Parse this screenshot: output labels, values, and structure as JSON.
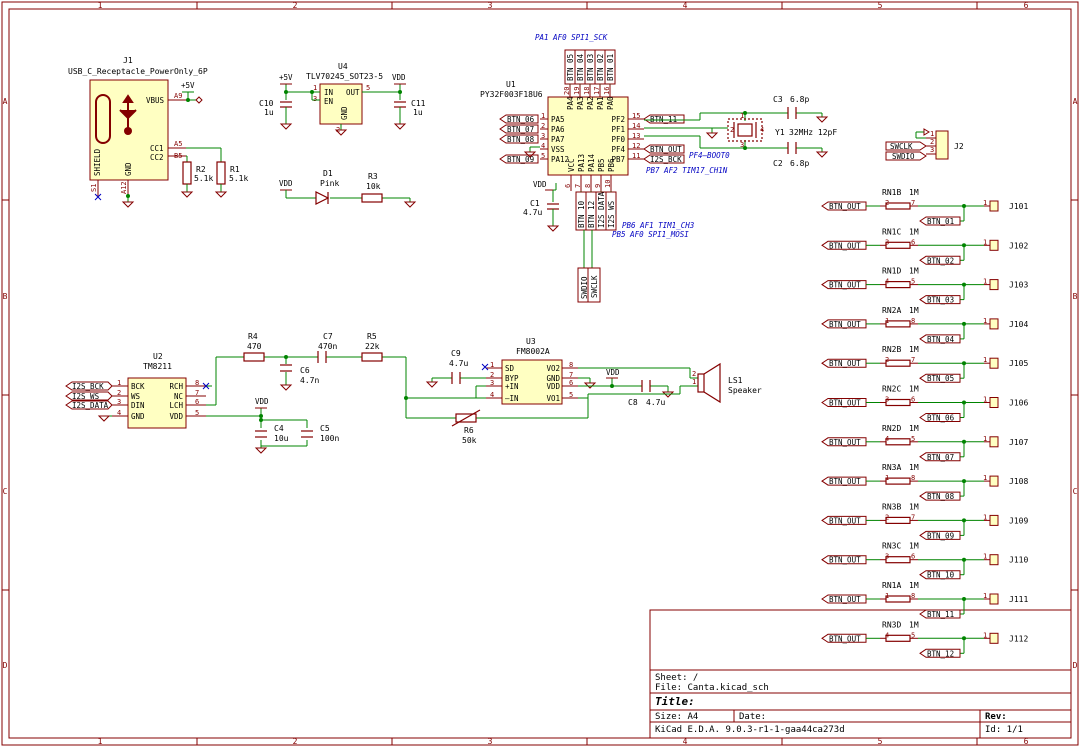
{
  "sheet": {
    "columns": [
      "1",
      "2",
      "3",
      "4",
      "5",
      "6"
    ],
    "rows": [
      "A",
      "B",
      "C",
      "D"
    ],
    "title_block": {
      "sheet": "Sheet: /",
      "file": "File: Canta.kicad_sch",
      "title": "Title:",
      "size": "Size: A4",
      "date": "Date:",
      "rev": "Rev:",
      "tool": "KiCad E.D.A. 9.0.3-r1-1-gaa44ca273d",
      "id": "Id: 1/1"
    }
  },
  "notes": {
    "pa1": "PA1 AF0 SPI1_SCK",
    "pb7": "PB7 AF2 TIM17_CH1N",
    "pf4": "PF4—BOOT0",
    "pb6": "PB6 AF1 TIM1_CH3",
    "pb5": "PB5 AF0 SPI1_MOSI"
  },
  "j1": {
    "ref": "J1",
    "value": "USB_C_Receptacle_PowerOnly_6P",
    "pin_vbus": "VBUS",
    "pin_cc1": "CC1",
    "pin_cc2": "CC2",
    "pin_shield": "SHIELD",
    "pin_gnd": "GND",
    "n_a9": "A9",
    "n_a5": "A5",
    "n_b5": "B5",
    "n_s1": "S1",
    "n_a12": "A12"
  },
  "r2": {
    "ref": "R2",
    "value": "5.1k"
  },
  "r1": {
    "ref": "R1",
    "value": "5.1k"
  },
  "u4": {
    "ref": "U4",
    "value": "TLV70245_SOT23-5",
    "in": "IN",
    "en": "EN",
    "out": "OUT",
    "gnd": "GND",
    "p1": "1",
    "p3": "3",
    "p5": "5",
    "p2": "2"
  },
  "c10": {
    "ref": "C10",
    "value": "1u"
  },
  "c11": {
    "ref": "C11",
    "value": "1u"
  },
  "d1": {
    "ref": "D1",
    "value": "Pink"
  },
  "r3": {
    "ref": "R3",
    "value": "10k"
  },
  "power": {
    "p5v": "+5V",
    "vdd": "VDD"
  },
  "u1": {
    "ref": "U1",
    "value": "PY32F003F18U6",
    "top_pins": [
      {
        "name": "PA4",
        "num": "20"
      },
      {
        "name": "PA3",
        "num": "19"
      },
      {
        "name": "PA2",
        "num": "18"
      },
      {
        "name": "PA1",
        "num": "17"
      },
      {
        "name": "PA0",
        "num": "16"
      }
    ],
    "left_pins": [
      {
        "name": "PA5",
        "num": "1"
      },
      {
        "name": "PA6",
        "num": "2"
      },
      {
        "name": "PA7",
        "num": "3"
      },
      {
        "name": "VSS",
        "num": "4"
      },
      {
        "name": "PA12",
        "num": "5"
      }
    ],
    "right_pins": [
      {
        "name": "PF2",
        "num": "15"
      },
      {
        "name": "PF1",
        "num": "14"
      },
      {
        "name": "PF0",
        "num": "13"
      },
      {
        "name": "PF4",
        "num": "12"
      },
      {
        "name": "PB7",
        "num": "11"
      }
    ],
    "bottom_pins": [
      {
        "name": "VCC",
        "num": "6"
      },
      {
        "name": "PA13",
        "num": "7"
      },
      {
        "name": "PA14",
        "num": "8"
      },
      {
        "name": "PB5",
        "num": "9"
      },
      {
        "name": "PB6",
        "num": "10"
      }
    ]
  },
  "u1_labels": {
    "top": [
      "BTN_05",
      "BTN_04",
      "BTN_03",
      "BTN_02",
      "BTN_01"
    ],
    "left": [
      "BTN_06",
      "BTN_07",
      "BTN_08",
      "",
      "BTN_09"
    ],
    "right": [
      "BTN_11",
      "",
      "",
      "BTN_OUT",
      "I2S_BCK"
    ],
    "bottom": [
      "BTN_10",
      "BTN_12",
      "I2S_DATA",
      "I2S_WS"
    ],
    "swdio": "SWDIO",
    "swclk": "SWCLK"
  },
  "c1": {
    "ref": "C1",
    "value": "4.7u"
  },
  "c3": {
    "ref": "C3",
    "value": "6.8p"
  },
  "c2": {
    "ref": "C2",
    "value": "6.8p"
  },
  "y1": {
    "ref": "Y1",
    "value": "32MHz 12pF",
    "p1": "1",
    "p2": "2",
    "p3": "3",
    "p4": "4"
  },
  "j2": {
    "ref": "J2",
    "swclk": "SWCLK",
    "swdio": "SWDIO",
    "p1": "1",
    "p2": "2",
    "p3": "3"
  },
  "u2": {
    "ref": "U2",
    "value": "TM8211",
    "left": [
      {
        "name": "BCK",
        "num": "1"
      },
      {
        "name": "WS",
        "num": "2"
      },
      {
        "name": "DIN",
        "num": "3"
      },
      {
        "name": "GND",
        "num": "4"
      }
    ],
    "right": [
      {
        "name": "RCH",
        "num": "8"
      },
      {
        "name": "NC",
        "num": "7"
      },
      {
        "name": "LCH",
        "num": "6"
      },
      {
        "name": "VDD",
        "num": "5"
      }
    ],
    "labels": [
      "I2S_BCK",
      "I2S_WS",
      "I2S_DATA"
    ]
  },
  "r4": {
    "ref": "R4",
    "value": "470"
  },
  "c6": {
    "ref": "C6",
    "value": "4.7n"
  },
  "c7": {
    "ref": "C7",
    "value": "470n"
  },
  "r5": {
    "ref": "R5",
    "value": "22k"
  },
  "c4": {
    "ref": "C4",
    "value": "10u"
  },
  "c5": {
    "ref": "C5",
    "value": "100n"
  },
  "c9": {
    "ref": "C9",
    "value": "4.7u"
  },
  "u3": {
    "ref": "U3",
    "value": "FM8002A",
    "left": [
      {
        "name": "SD",
        "num": "1"
      },
      {
        "name": "BYP",
        "num": "2"
      },
      {
        "name": "+IN",
        "num": "3"
      },
      {
        "name": "–IN",
        "num": "4"
      }
    ],
    "right": [
      {
        "name": "VO2",
        "num": "8"
      },
      {
        "name": "GND",
        "num": "7"
      },
      {
        "name": "VDD",
        "num": "6"
      },
      {
        "name": "VO1",
        "num": "5"
      }
    ]
  },
  "r6": {
    "ref": "R6",
    "value": "50k"
  },
  "c8": {
    "ref": "C8",
    "value": "4.7u"
  },
  "ls1": {
    "ref": "LS1",
    "value": "Speaker",
    "p1": "1",
    "p2": "2"
  },
  "buttons": [
    {
      "rn": "RN1B",
      "val": "1M",
      "pa": "2",
      "pb": "7",
      "out": "BTN_OUT",
      "btn": "BTN_01",
      "j": "J101",
      "jp": "1"
    },
    {
      "rn": "RN1C",
      "val": "1M",
      "pa": "3",
      "pb": "6",
      "out": "BTN_OUT",
      "btn": "BTN_02",
      "j": "J102",
      "jp": "1"
    },
    {
      "rn": "RN1D",
      "val": "1M",
      "pa": "4",
      "pb": "5",
      "out": "BTN_OUT",
      "btn": "BTN_03",
      "j": "J103",
      "jp": "1"
    },
    {
      "rn": "RN2A",
      "val": "1M",
      "pa": "1",
      "pb": "8",
      "out": "BTN_OUT",
      "btn": "BTN_04",
      "j": "J104",
      "jp": "1"
    },
    {
      "rn": "RN2B",
      "val": "1M",
      "pa": "2",
      "pb": "7",
      "out": "BTN_OUT",
      "btn": "BTN_05",
      "j": "J105",
      "jp": "1"
    },
    {
      "rn": "RN2C",
      "val": "1M",
      "pa": "3",
      "pb": "6",
      "out": "BTN_OUT",
      "btn": "BTN_06",
      "j": "J106",
      "jp": "1"
    },
    {
      "rn": "RN2D",
      "val": "1M",
      "pa": "4",
      "pb": "5",
      "out": "BTN_OUT",
      "btn": "BTN_07",
      "j": "J107",
      "jp": "1"
    },
    {
      "rn": "RN3A",
      "val": "1M",
      "pa": "1",
      "pb": "8",
      "out": "BTN_OUT",
      "btn": "BTN_08",
      "j": "J108",
      "jp": "1"
    },
    {
      "rn": "RN3B",
      "val": "1M",
      "pa": "2",
      "pb": "7",
      "out": "BTN_OUT",
      "btn": "BTN_09",
      "j": "J109",
      "jp": "1"
    },
    {
      "rn": "RN3C",
      "val": "1M",
      "pa": "3",
      "pb": "6",
      "out": "BTN_OUT",
      "btn": "BTN_10",
      "j": "J110",
      "jp": "1"
    },
    {
      "rn": "RN1A",
      "val": "1M",
      "pa": "1",
      "pb": "8",
      "out": "BTN_OUT",
      "btn": "BTN_11",
      "j": "J111",
      "jp": "1"
    },
    {
      "rn": "RN3D",
      "val": "1M",
      "pa": "4",
      "pb": "5",
      "out": "BTN_OUT",
      "btn": "BTN_12",
      "j": "J112",
      "jp": "1"
    }
  ]
}
